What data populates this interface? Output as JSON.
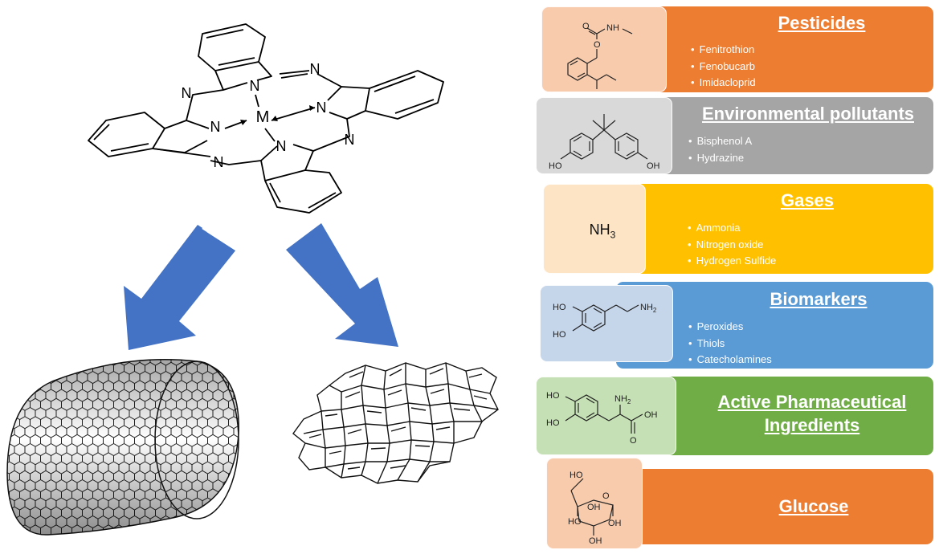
{
  "phthalocyanine": {
    "metal_label": "M",
    "nitrogen_label": "N"
  },
  "categories": [
    {
      "id": "pesticides",
      "title": "Pesticides",
      "items": [
        "Fenitrothion",
        "Fenobucarb",
        "Imidacloprid"
      ],
      "color": "#ed7d31",
      "mol_bg": "#f8cbad",
      "mol_label": "NH"
    },
    {
      "id": "environmental",
      "title": "Environmental pollutants",
      "items": [
        "Bisphenol A",
        "Hydrazine"
      ],
      "color": "#a5a5a5",
      "mol_bg": "#d9d9d9",
      "mol_labels": [
        "HO",
        "OH"
      ]
    },
    {
      "id": "gases",
      "title": "Gases",
      "items": [
        "Ammonia",
        "Nitrogen oxide",
        "Hydrogen Sulfide"
      ],
      "color": "#ffc000",
      "mol_bg": "#fce4c4",
      "mol_label": "NH",
      "mol_sub": "3"
    },
    {
      "id": "biomarkers",
      "title": "Biomarkers",
      "items": [
        "Peroxides",
        "Thiols",
        "Catecholamines"
      ],
      "color": "#5b9bd5",
      "mol_bg": "#c5d5ea",
      "mol_labels": [
        "HO",
        "HO",
        "NH"
      ],
      "mol_sub": "2"
    },
    {
      "id": "pharma",
      "title_line1": "Active Pharmaceutical",
      "title_line2": "Ingredients",
      "items": [],
      "color": "#70ad47",
      "mol_bg": "#c5e0b4",
      "mol_labels": [
        "HO",
        "HO",
        "NH",
        "OH",
        "O"
      ],
      "mol_sub": "2"
    },
    {
      "id": "glucose",
      "title": "Glucose",
      "items": [],
      "color": "#ed7d31",
      "mol_bg": "#f8cbad",
      "mol_labels": [
        "HO",
        "O",
        "OH",
        "HO",
        "OH",
        "OH"
      ]
    }
  ],
  "colors": {
    "arrow": "#4472c4",
    "line": "#000000"
  }
}
